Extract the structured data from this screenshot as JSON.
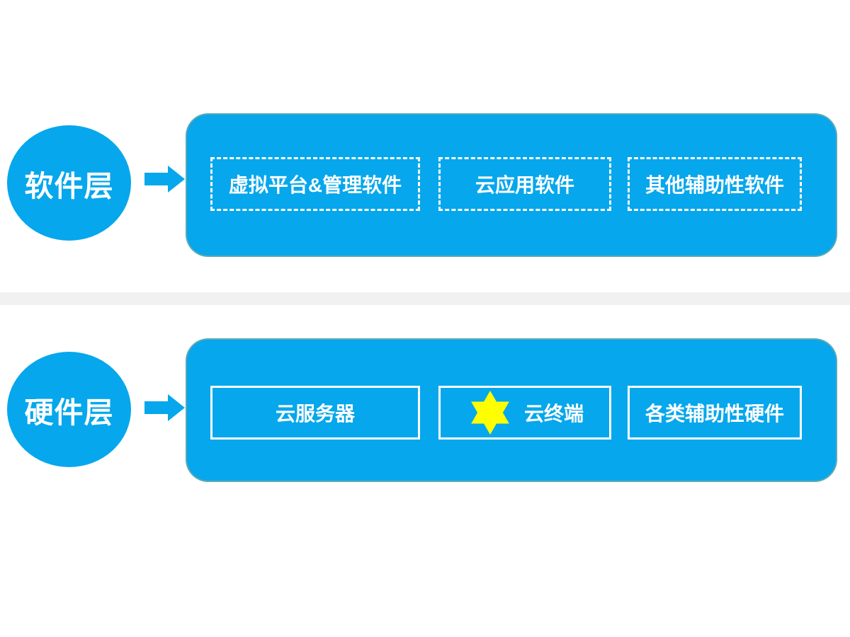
{
  "colors": {
    "accent_blue": "#06a7ec",
    "star_yellow": "#ffff00",
    "divider_gray": "#f1f1f1",
    "text_white": "#ffffff"
  },
  "sections": [
    {
      "name": "software-layer",
      "circle_label": "软件层",
      "box_style": "dashed",
      "boxes": [
        {
          "label": "虚拟平台&管理软件"
        },
        {
          "label": "云应用软件"
        },
        {
          "label": "其他辅助性软件"
        }
      ]
    },
    {
      "name": "hardware-layer",
      "circle_label": "硬件层",
      "box_style": "solid",
      "boxes": [
        {
          "label": "云服务器"
        },
        {
          "label": "云终端",
          "icon": "six-pointed-star"
        },
        {
          "label": "各类辅助性硬件"
        }
      ]
    }
  ]
}
